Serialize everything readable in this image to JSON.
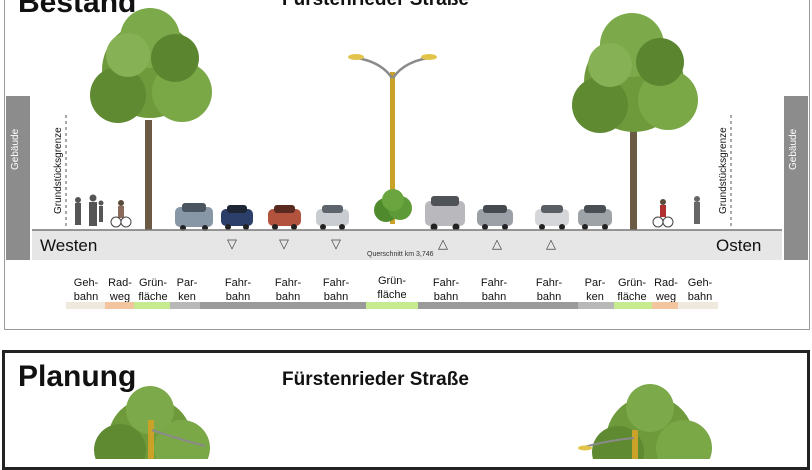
{
  "top": {
    "title": "Bestand",
    "street": "Fürstenrieder Straße",
    "building_label": "Gebäude",
    "boundary_label": "Grundstücksgrenze",
    "west": "Westen",
    "east": "Osten",
    "cross_section": "Querschnitt km 3,746",
    "lane_labels": [
      {
        "l1": "Geh-",
        "l2": "bahn"
      },
      {
        "l1": "Rad-",
        "l2": "weg"
      },
      {
        "l1": "Grün-",
        "l2": "fläche"
      },
      {
        "l1": "Par-",
        "l2": "ken"
      },
      {
        "l1": "Fahr-",
        "l2": "bahn"
      },
      {
        "l1": "Fahr-",
        "l2": "bahn"
      },
      {
        "l1": "Fahr-",
        "l2": "bahn"
      },
      {
        "l1": "Grün-",
        "l2": "fläche"
      },
      {
        "l1": "Fahr-",
        "l2": "bahn"
      },
      {
        "l1": "Fahr-",
        "l2": "bahn"
      },
      {
        "l1": "Fahr-",
        "l2": "bahn"
      },
      {
        "l1": "Par-",
        "l2": "ken"
      },
      {
        "l1": "Grün-",
        "l2": "fläche"
      },
      {
        "l1": "Rad-",
        "l2": "weg"
      },
      {
        "l1": "Geh-",
        "l2": "bahn"
      }
    ],
    "colors": {
      "walk": "#efe8dc",
      "bike": "#f3c59e",
      "green": "#c6ea8e",
      "park": "#b8b8b8",
      "lane": "#9a9a9a",
      "median": "#c6ea8e"
    }
  },
  "bottom": {
    "title": "Planung",
    "street": "Fürstenrieder Straße"
  }
}
